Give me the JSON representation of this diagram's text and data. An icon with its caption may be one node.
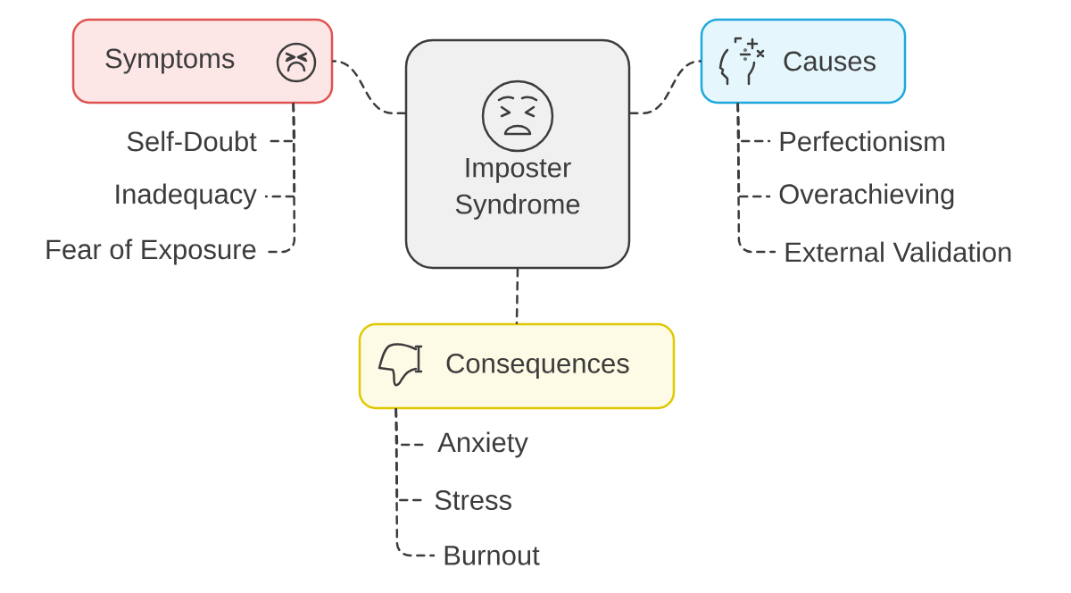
{
  "diagram": {
    "nodes": [
      {
        "text": [
          "Imposter Syndrome"
        ]
      },
      {
        "text": [
          "Symptoms"
        ]
      },
      {
        "text": [
          "Self-Doubt"
        ]
      },
      {
        "text": [
          "Inadequacy"
        ]
      },
      {
        "text": [
          "Fear of Exposure"
        ]
      },
      {
        "text": [
          "Causes"
        ]
      },
      {
        "text": [
          "Perfectionism"
        ]
      },
      {
        "text": [
          "Overachieving"
        ]
      },
      {
        "text": [
          "External Validation"
        ]
      },
      {
        "text": [
          "Consequences"
        ]
      },
      {
        "text": [
          "Anxiety"
        ]
      },
      {
        "text": [
          "Stress"
        ]
      },
      {
        "text": [
          "Burnout"
        ]
      }
    ],
    "edges": [
      {
        "from": 0,
        "to": 1,
        "arrow": "none"
      },
      {
        "from": 0,
        "to": 5,
        "arrow": "none"
      },
      {
        "from": 0,
        "to": 9,
        "arrow": "none"
      },
      {
        "from": 1,
        "to": 2,
        "arrow": "none"
      },
      {
        "from": 1,
        "to": 3,
        "arrow": "none"
      },
      {
        "from": 1,
        "to": 4,
        "arrow": "none"
      },
      {
        "from": 5,
        "to": 6,
        "arrow": "none"
      },
      {
        "from": 5,
        "to": 7,
        "arrow": "none"
      },
      {
        "from": 5,
        "to": 8,
        "arrow": "none"
      },
      {
        "from": 9,
        "to": 10,
        "arrow": "none"
      },
      {
        "from": 9,
        "to": 11,
        "arrow": "none"
      },
      {
        "from": 9,
        "to": 12,
        "arrow": "none"
      }
    ]
  }
}
